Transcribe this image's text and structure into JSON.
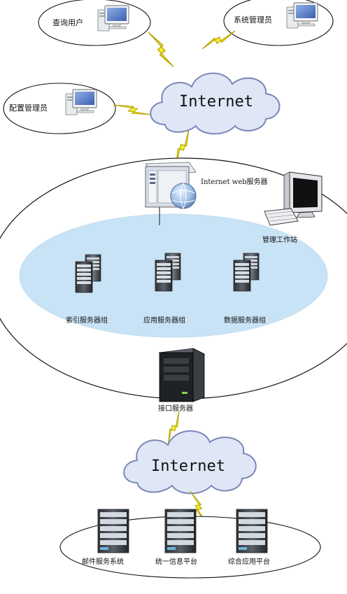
{
  "top_users": {
    "query_user": "查询用户",
    "system_admin": "系统管理员",
    "config_admin": "配置管理员"
  },
  "clouds": {
    "top": "Internet",
    "bottom": "Internet"
  },
  "main_zone": {
    "web_server": "Internet web服务器",
    "workstation": "管理工作站",
    "index_group": "索引服务器组",
    "app_group": "应用服务器组",
    "data_group": "数据服务器组",
    "interface_server": "接口服务器"
  },
  "platforms": {
    "mail": "邮件服务系统",
    "unified_info": "统一信息平台",
    "integrated_app": "综合应用平台"
  },
  "colors": {
    "cloud_fill": "#dfe6f5",
    "cloud_stroke": "#7b87b8",
    "inner_zone": "#c9e3f6",
    "lightning": "#f2ef33",
    "server_dark": "#2b2b2b"
  }
}
